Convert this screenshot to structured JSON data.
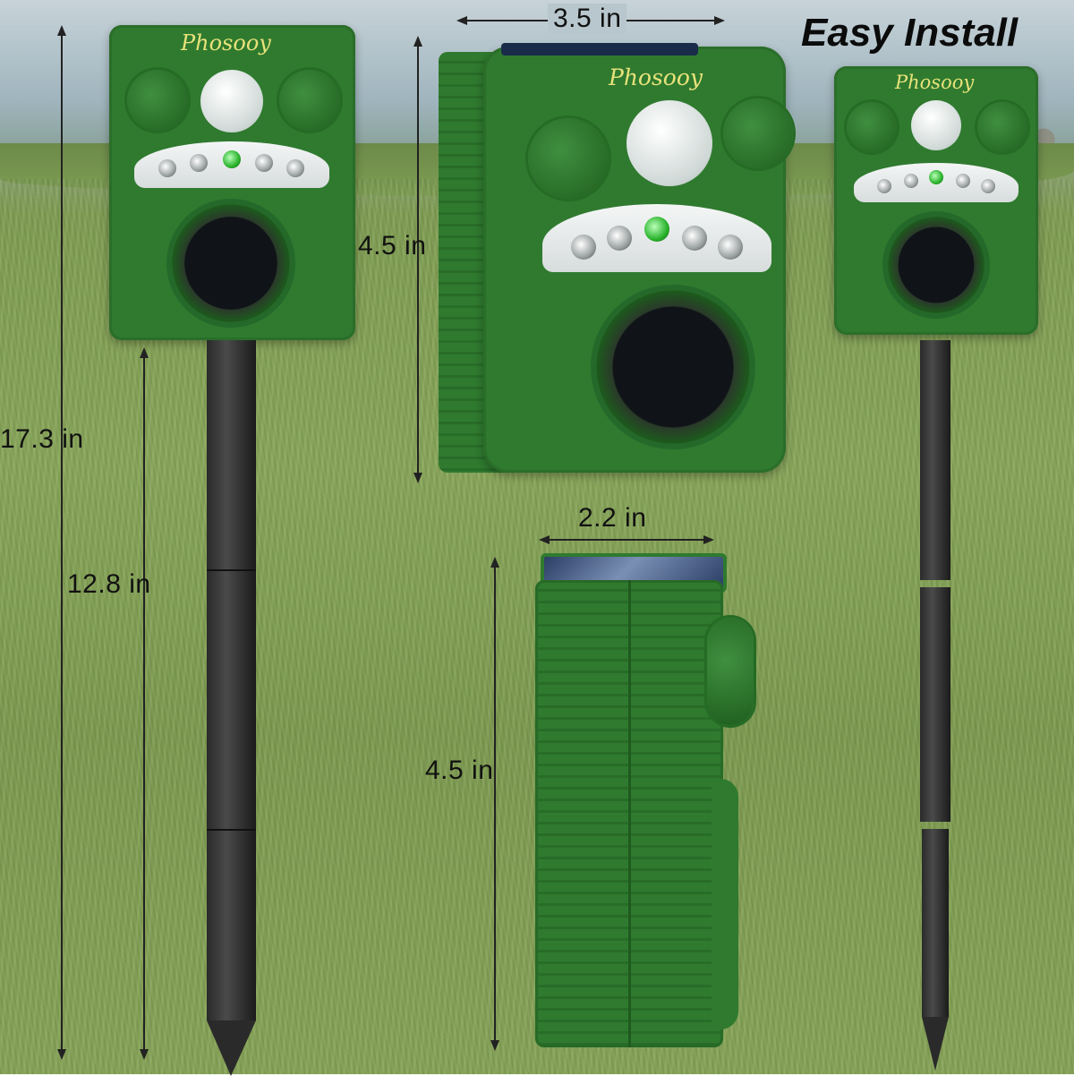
{
  "header": {
    "title": "Easy Install"
  },
  "product": {
    "brand": "Phosooy"
  },
  "dimensions": {
    "total_height": "17.3 in",
    "stake_height": "12.8 in",
    "front_width": "3.5 in",
    "front_height": "4.5 in",
    "side_depth": "2.2 in",
    "side_height": "4.5 in"
  },
  "colors": {
    "device_green": "#2f7a2f",
    "brand_text": "#e8e27a",
    "stake_black": "#2a2a2a"
  }
}
